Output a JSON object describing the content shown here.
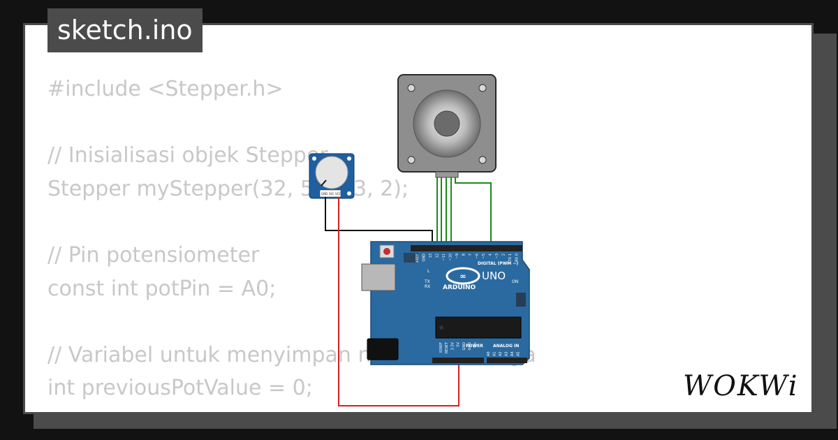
{
  "file_tab": {
    "title": "sketch.ino"
  },
  "code_lines": [
    "#include <Stepper.h>",
    "",
    "// Inisialisasi objek Stepper",
    "Stepper myStepper(32, 5, 3, 3, 2);",
    "",
    "// Pin potensiometer",
    "const int potPin = A0;",
    "",
    "// Variabel untuk menyimpan nilai sebelumnya",
    "int previousPotValue = 0;"
  ],
  "arduino": {
    "brand": "ARDUINO",
    "model": "UNO",
    "digital_header": "DIGITAL (PWM ~)",
    "power_header": "POWER",
    "analog_header": "ANALOG IN",
    "power_pins": [
      "IOREF",
      "RESET",
      "3.3V",
      "5V",
      "GND",
      "GND",
      "Vin"
    ],
    "analog_pins": [
      "A0",
      "A1",
      "A2",
      "A3",
      "A4",
      "A5"
    ],
    "digital_pins": [
      "AREF",
      "GND",
      "13",
      "12",
      "~11",
      "~10",
      "~9",
      "8",
      "7",
      "~6",
      "~5",
      "4",
      "~3",
      "2",
      "TX 1",
      "RX 0"
    ],
    "leds": [
      "L",
      "TX",
      "RX"
    ],
    "on_label": "ON"
  },
  "potentiometer": {
    "pins": [
      "GND",
      "SIG",
      "VCC"
    ]
  },
  "brand_logo": {
    "text": "WOKWi"
  },
  "colors": {
    "page_bg": "#121212",
    "card_bg": "#ffffff",
    "tab_bg": "#4b4b4b",
    "code_text": "#c8c8c8",
    "board_blue": "#2b6aa0",
    "wire_green": "#1a8a1a",
    "wire_red": "#d42020",
    "wire_black": "#111111"
  }
}
